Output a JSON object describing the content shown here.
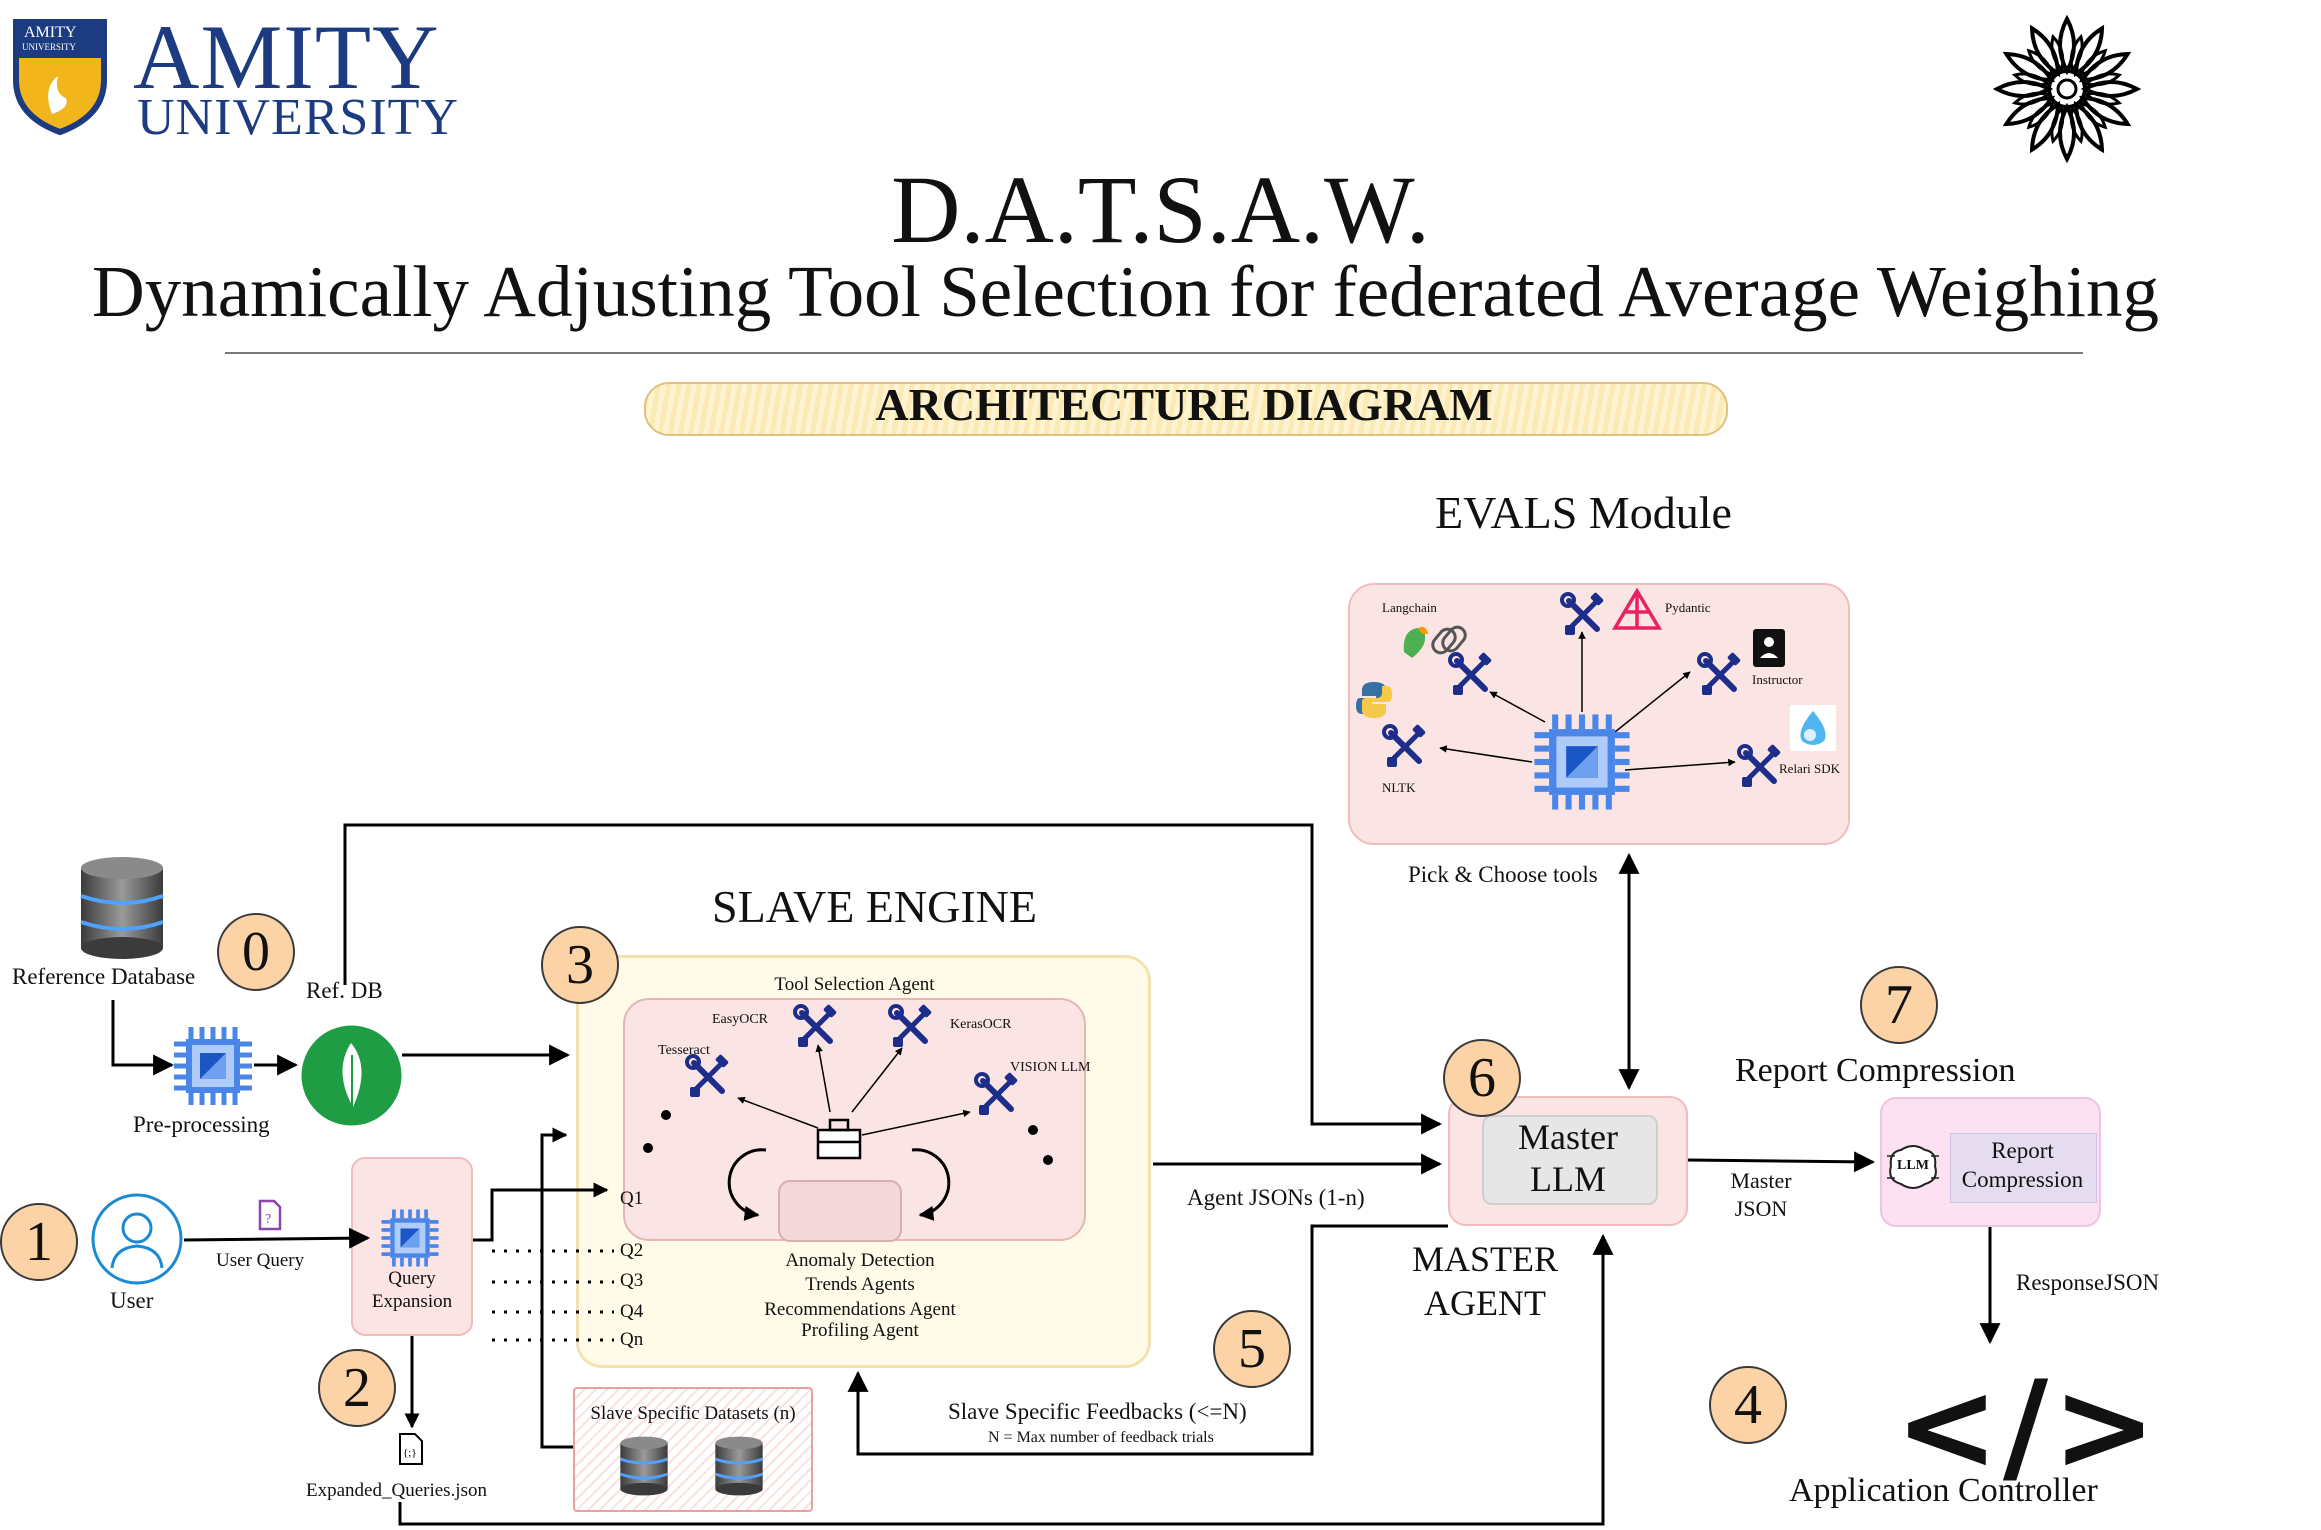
{
  "header": {
    "logo_text_1": "AMITY",
    "logo_text_2": "UNIVERSITY",
    "shield_text_1": "AMITY",
    "shield_text_2": "UNIVERSITY",
    "title": "D.A.T.S.A.W.",
    "subtitle": "Dynamically Adjusting Tool Selection for federated Average Weighing",
    "banner": "ARCHITECTURE DIAGRAM"
  },
  "evals": {
    "title": "EVALS Module",
    "tools": {
      "langchain": "Langchain",
      "pydantic": "Pydantic",
      "instructor": "Instructor",
      "nltk": "NLTK",
      "relari": "Relari SDK"
    },
    "pick_label": "Pick & Choose tools"
  },
  "left": {
    "ref_database": "Reference Database",
    "ref_db": "Ref. DB",
    "preprocessing": "Pre-processing",
    "user": "User",
    "user_query": "User Query",
    "query_expansion_1": "Query",
    "query_expansion_2": "Expansion",
    "expanded_file": "Expanded_Queries.json",
    "queries": [
      "Q1",
      "Q2",
      "Q3",
      "Q4",
      "Qn"
    ],
    "slave_datasets": "Slave Specific Datasets (n)"
  },
  "slave": {
    "title": "SLAVE ENGINE",
    "tool_selection_agent": "Tool Selection Agent",
    "tools": {
      "easyocr": "EasyOCR",
      "kerasocr": "KerasOCR",
      "tesseract": "Tesseract",
      "vision_llm": "VISION LLM"
    },
    "agents": [
      "Anomaly Detection",
      "Trends Agents",
      "Recommendations Agent",
      "Profiling Agent"
    ]
  },
  "master": {
    "llm_1": "Master",
    "llm_2": "LLM",
    "agent_1": "MASTER",
    "agent_2": "AGENT",
    "agent_jsons": "Agent JSONs (1-n)",
    "feedback": "Slave Specific Feedbacks (<=N)",
    "feedback_note": "N = Max number of feedback trials",
    "master_json_1": "Master",
    "master_json_2": "JSON"
  },
  "report": {
    "title": "Report Compression",
    "box_1": "Report",
    "box_2": "Compression",
    "llm_icon": "LLM",
    "response": "ResponseJSON"
  },
  "controller": {
    "symbol": "</>",
    "label": "Application Controller"
  },
  "steps": [
    "0",
    "1",
    "2",
    "3",
    "4",
    "5",
    "6",
    "7"
  ],
  "colors": {
    "step_fill": "#fbd3a6",
    "pink_box": "#fbe4e4",
    "yellow_box": "#fffbe8",
    "chip_blue": "#4a86e8",
    "mongo_green": "#1f9d45"
  }
}
